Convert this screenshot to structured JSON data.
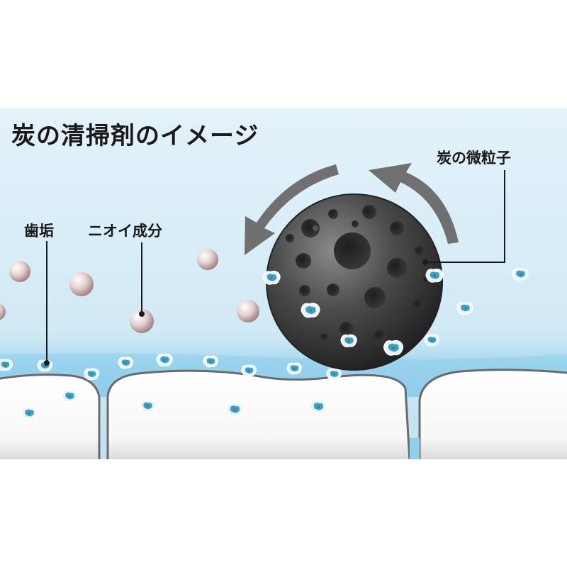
{
  "diagram": {
    "title": "炭の清掃剤のイメージ",
    "labels": {
      "carbon_particle": "炭の微粒子",
      "plaque": "歯垢",
      "odor_component": "ニオイ成分"
    }
  },
  "colors": {
    "background_sky": "#d6ecf6",
    "water_band": "#aedcf2",
    "tooth_fill": "#ffffff",
    "tooth_outline": "#6b6b6b",
    "carbon_ball": "#3e3e3e",
    "arrow_gray": "#6e6e6e",
    "plaque_blue": "#4aa8c8",
    "odor_sphere": "#c7a9a9"
  },
  "icons": [
    "carbon-particle-ball",
    "rotation-arrow",
    "plaque-fragment",
    "odor-molecule"
  ]
}
